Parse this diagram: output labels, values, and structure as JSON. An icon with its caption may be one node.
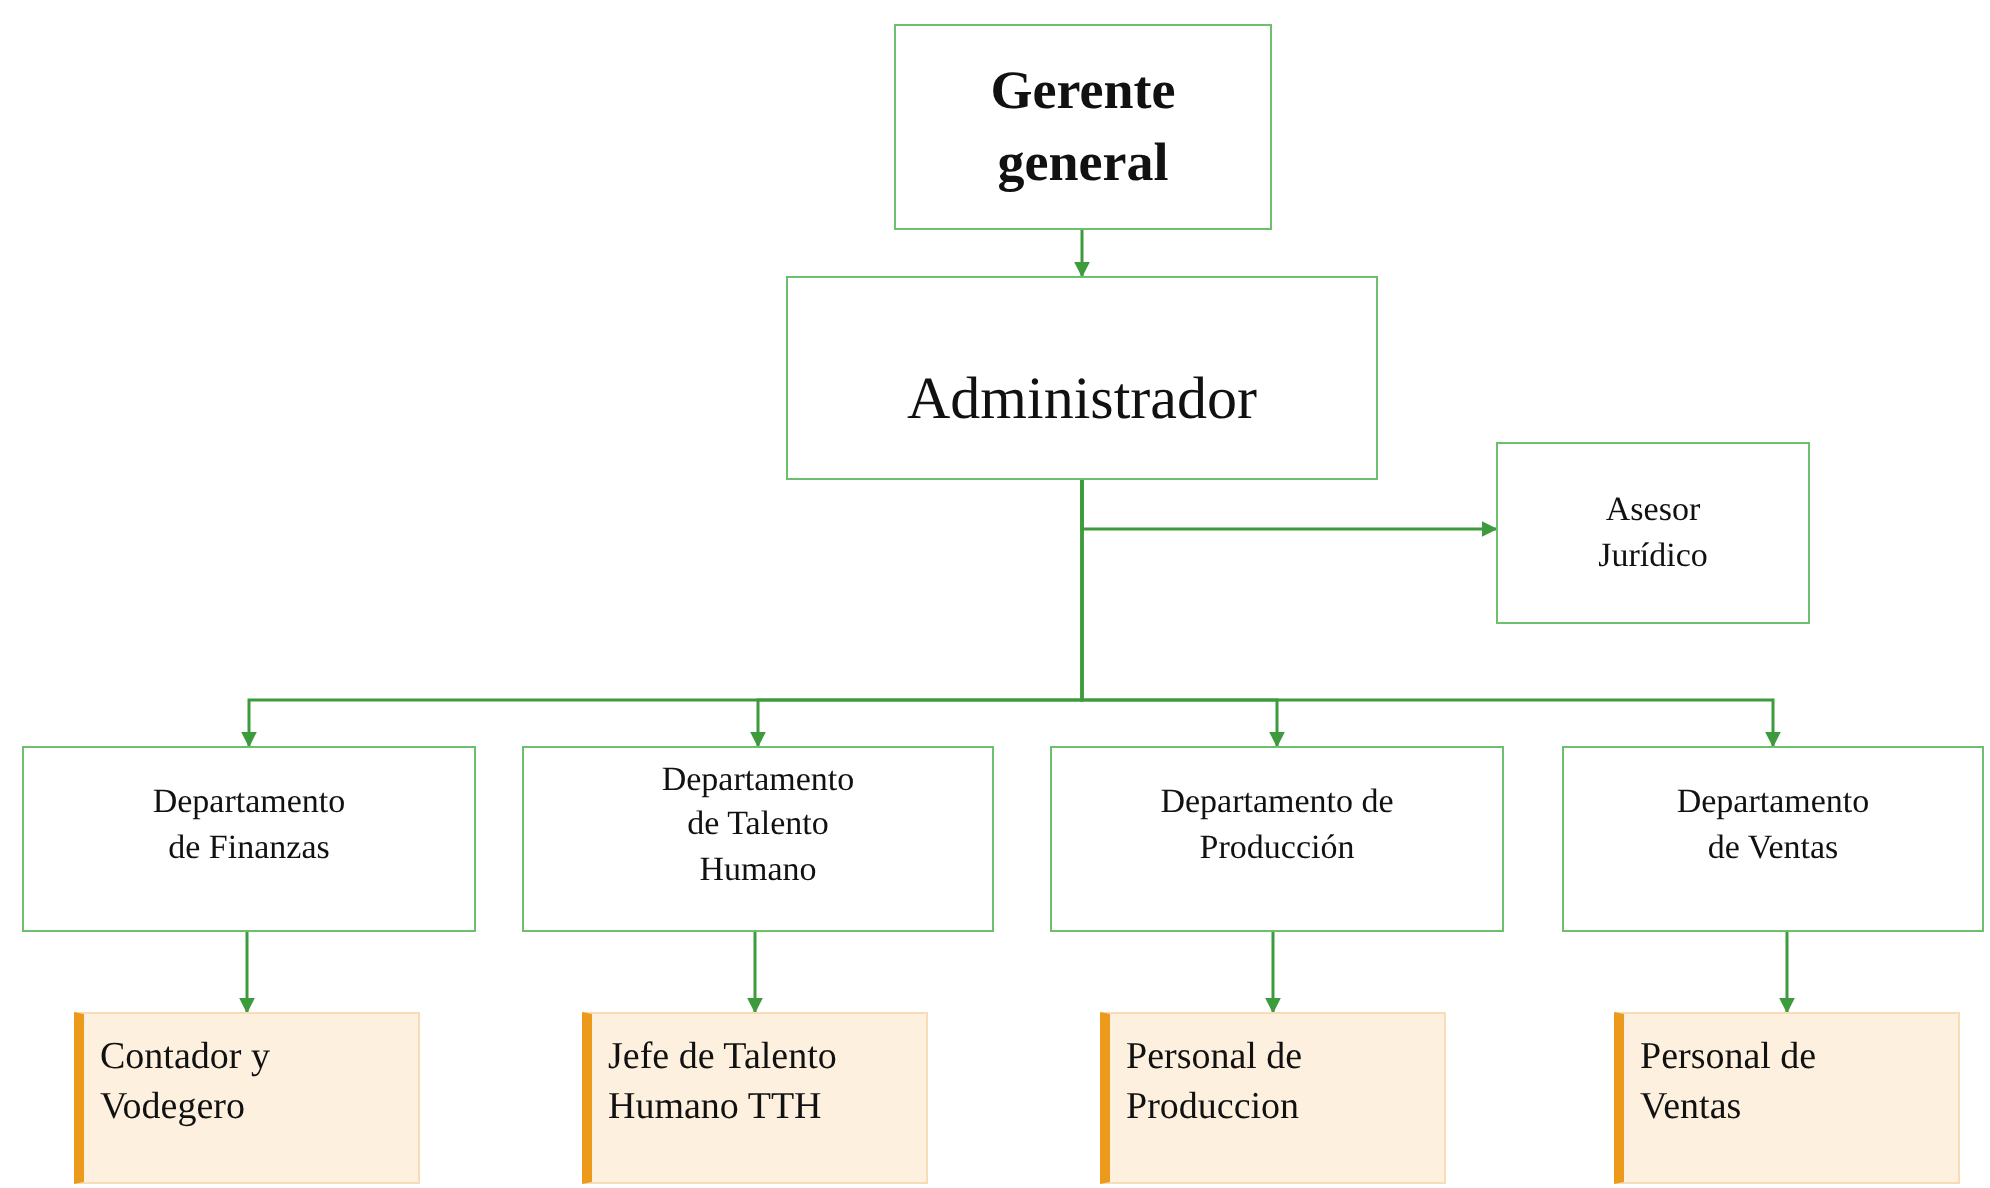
{
  "diagram": {
    "nodes": [
      {
        "text": [
          "Gerente general"
        ]
      },
      {
        "text": [
          "Administrador"
        ]
      },
      {
        "text": [
          "Asesor Jurídico"
        ]
      },
      {
        "text": [
          "Departamento de Finanzas"
        ]
      },
      {
        "text": [
          "Departamento de Talento Humano"
        ]
      },
      {
        "text": [
          "Departamento de Producción"
        ]
      },
      {
        "text": [
          "Departamento de Ventas"
        ]
      },
      {
        "text": [
          "Contador y Vodegero"
        ]
      },
      {
        "text": [
          "Jefe de Talento Humano TTH"
        ]
      },
      {
        "text": [
          "Personal de Produccion"
        ]
      },
      {
        "text": [
          "Personal de Ventas"
        ]
      }
    ],
    "edges": [
      {
        "from": 0,
        "to": 1,
        "arrow": "to"
      },
      {
        "from": 1,
        "to": 2,
        "arrow": "to"
      },
      {
        "from": 1,
        "to": 3,
        "arrow": "to"
      },
      {
        "from": 1,
        "to": 4,
        "arrow": "to"
      },
      {
        "from": 1,
        "to": 5,
        "arrow": "to"
      },
      {
        "from": 1,
        "to": 6,
        "arrow": "to"
      },
      {
        "from": 3,
        "to": 7,
        "arrow": "to"
      },
      {
        "from": 4,
        "to": 8,
        "arrow": "to"
      },
      {
        "from": 5,
        "to": 9,
        "arrow": "to"
      },
      {
        "from": 6,
        "to": 10,
        "arrow": "to"
      }
    ]
  }
}
